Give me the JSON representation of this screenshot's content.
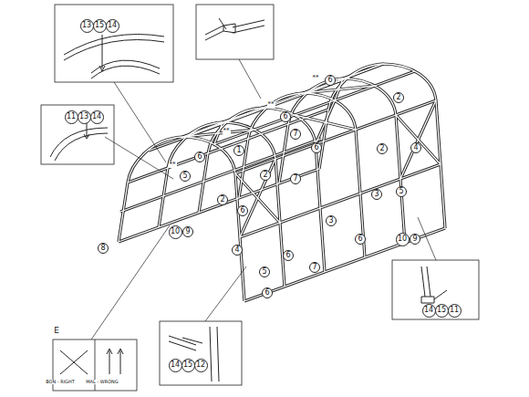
{
  "diagram": {
    "nodes": [
      {
        "text": [
          "13"
        ]
      },
      {
        "text": [
          "15"
        ]
      },
      {
        "text": [
          "14"
        ]
      },
      {
        "text": [
          "6"
        ]
      },
      {
        "text": [
          "2"
        ]
      },
      {
        "text": [
          "11"
        ]
      },
      {
        "text": [
          "13"
        ]
      },
      {
        "text": [
          "14"
        ]
      },
      {
        "text": [
          "6"
        ]
      },
      {
        "text": [
          "7"
        ]
      },
      {
        "text": [
          "1"
        ]
      },
      {
        "text": [
          "6"
        ]
      },
      {
        "text": [
          "2"
        ]
      },
      {
        "text": [
          "4"
        ]
      },
      {
        "text": [
          "6"
        ]
      },
      {
        "text": [
          "5"
        ]
      },
      {
        "text": [
          "2"
        ]
      },
      {
        "text": [
          "7"
        ]
      },
      {
        "text": [
          "3"
        ]
      },
      {
        "text": [
          "5"
        ]
      },
      {
        "text": [
          "2"
        ]
      },
      {
        "text": [
          "6"
        ]
      },
      {
        "text": [
          "3"
        ]
      },
      {
        "text": [
          "10"
        ]
      },
      {
        "text": [
          "9"
        ]
      },
      {
        "text": [
          "6"
        ]
      },
      {
        "text": [
          "10"
        ]
      },
      {
        "text": [
          "9"
        ]
      },
      {
        "text": [
          "8"
        ]
      },
      {
        "text": [
          "4"
        ]
      },
      {
        "text": [
          "6"
        ]
      },
      {
        "text": [
          "7"
        ]
      },
      {
        "text": [
          "5"
        ]
      },
      {
        "text": [
          "6"
        ]
      },
      {
        "text": [
          "14"
        ]
      },
      {
        "text": [
          "15"
        ]
      },
      {
        "text": [
          "11"
        ]
      },
      {
        "text": [
          "14"
        ]
      },
      {
        "text": [
          "15"
        ]
      },
      {
        "text": [
          "12"
        ]
      }
    ],
    "labels": [
      "**",
      "**",
      "**",
      "**",
      "E",
      "BON - RIGHT",
      "MAL - WRONG"
    ]
  }
}
